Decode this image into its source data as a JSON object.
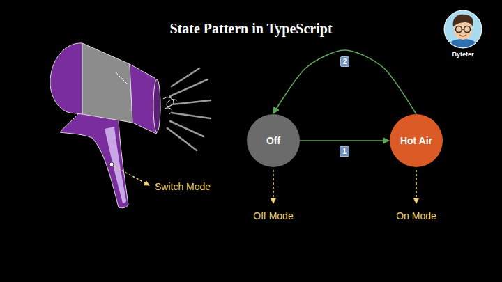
{
  "diagram": {
    "title": "State Pattern in TypeScript",
    "nodes": [
      {
        "text": [
          "Off"
        ]
      },
      {
        "text": [
          "Hot Air"
        ]
      }
    ],
    "edges": [
      {
        "from": 0,
        "to": 1,
        "arrow": "to",
        "label": "1"
      },
      {
        "from": 1,
        "to": 0,
        "arrow": "to",
        "label": "2"
      }
    ],
    "labels": [
      "Switch Mode",
      "Off Mode",
      "On Mode",
      "Bytefer"
    ]
  }
}
